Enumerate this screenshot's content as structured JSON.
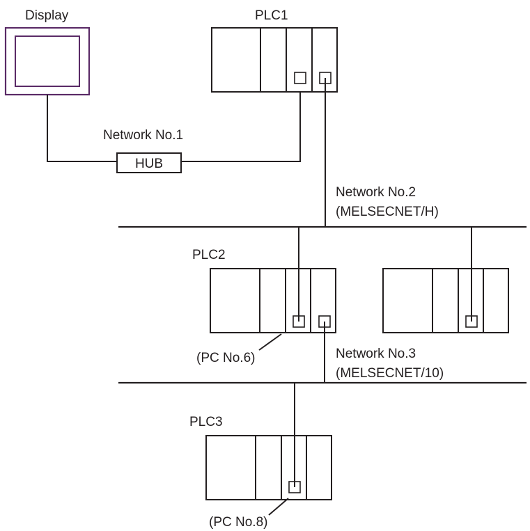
{
  "nodes": {
    "display": {
      "label": "Display"
    },
    "plc1": {
      "label": "PLC1"
    },
    "plc2": {
      "label": "PLC2"
    },
    "plc3": {
      "label": "PLC3"
    },
    "hub": {
      "label": "HUB"
    }
  },
  "networks": {
    "net1": {
      "label": "Network No.1"
    },
    "net2": {
      "label": "Network No.2",
      "sublabel": "(MELSECNET/H)"
    },
    "net3": {
      "label": "Network No.3",
      "sublabel": "(MELSECNET/10)"
    }
  },
  "stations": {
    "pc6": {
      "label": "(PC No.6)"
    },
    "pc8": {
      "label": "(PC No.8)"
    }
  }
}
